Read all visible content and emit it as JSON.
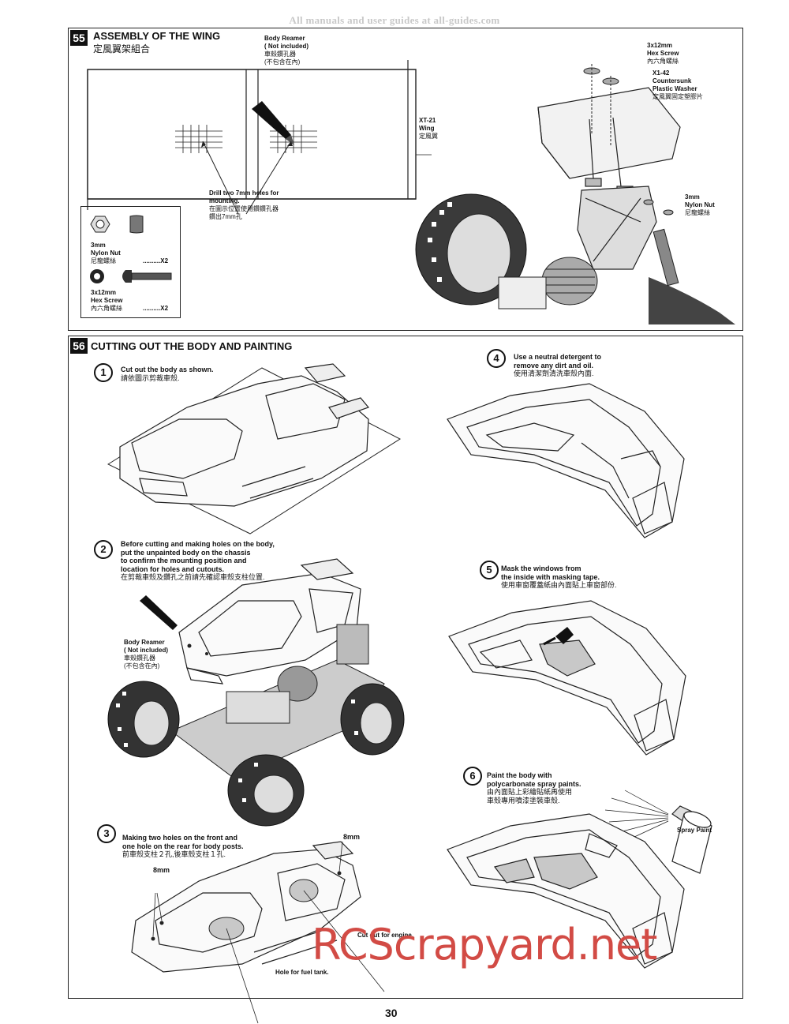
{
  "header": {
    "watermark_text": "All manuals and user guides at all-guides.com"
  },
  "step55": {
    "number": "55",
    "title": "ASSEMBLY OF THE WING",
    "title_cn": "定風翼架組合",
    "body_reamer": [
      "Body Reamer",
      "( Not included)",
      "車殼鑽孔器",
      "(不包含在內)"
    ],
    "drill_note": [
      "Drill two 7mm holes for",
      "mounting.",
      "在圖示位置使用鑽鑽孔器",
      "鑽出7mm孔"
    ],
    "wing_label": [
      "XT-21",
      "Wing",
      "定風翼"
    ],
    "hex_screw": [
      "3x12mm",
      "Hex Screw",
      "內六角螺絲"
    ],
    "washer": [
      "X1-42",
      "Countersunk",
      "Plastic Washer",
      "定風翼固定塑膠片"
    ],
    "nylon_nut": [
      "3mm",
      "Nylon Nut",
      "尼龍螺絲"
    ],
    "parts_box": {
      "nut": [
        "3mm",
        "Nylon Nut",
        "尼龍螺絲"
      ],
      "nut_qty": "..........X2",
      "screw": [
        "3x12mm",
        "Hex Screw",
        "內六角螺絲"
      ],
      "screw_qty": "..........X2"
    }
  },
  "step56": {
    "number": "56",
    "title": "CUTTING OUT THE BODY AND PAINTING",
    "steps": [
      {
        "num": "1",
        "lines": [
          "Cut out the  body as shown.",
          "請依圖示剪裁車殼."
        ]
      },
      {
        "num": "2",
        "lines": [
          "Before cutting and making holes on the body,",
          "put the unpainted body on the chassis",
          "to confirm the mounting position and",
          "location for holes and cutouts.",
          "在剪裁車殼及鑽孔之前請先確認車殼支柱位置."
        ]
      },
      {
        "num": "3",
        "lines": [
          "Making two holes on the front and",
          "one hole on the rear for body posts.",
          "前車殼支柱２孔,後車殼支柱１孔."
        ]
      },
      {
        "num": "4",
        "lines": [
          "Use a neutral detergent to",
          "remove any dirt and oil.",
          "使用清潔劑清洗車殼內面."
        ]
      },
      {
        "num": "5",
        "lines": [
          "Mask the windows from",
          "the inside with masking tape.",
          "使用車窗覆蓋紙由內面貼上車窗部份."
        ]
      },
      {
        "num": "6",
        "lines": [
          "Paint the body with",
          "polycarbonate spray paints.",
          "由內面貼上彩繪貼紙再使用",
          "車殼專用噴漆塗裝車殼."
        ]
      }
    ],
    "reamer2": [
      "Body Reamer",
      "( Not included)",
      "車殼鑽孔器",
      "(不包含在內)"
    ],
    "hole_8mm_a": "8mm",
    "hole_8mm_b": "8mm",
    "cutout_engine": "Cut out for engine.",
    "fuel_hole": "Hole for fuel tank.",
    "spray_paint": "Spray Paint"
  },
  "page_number": "30",
  "site_watermark": "RCScrapyard.net"
}
